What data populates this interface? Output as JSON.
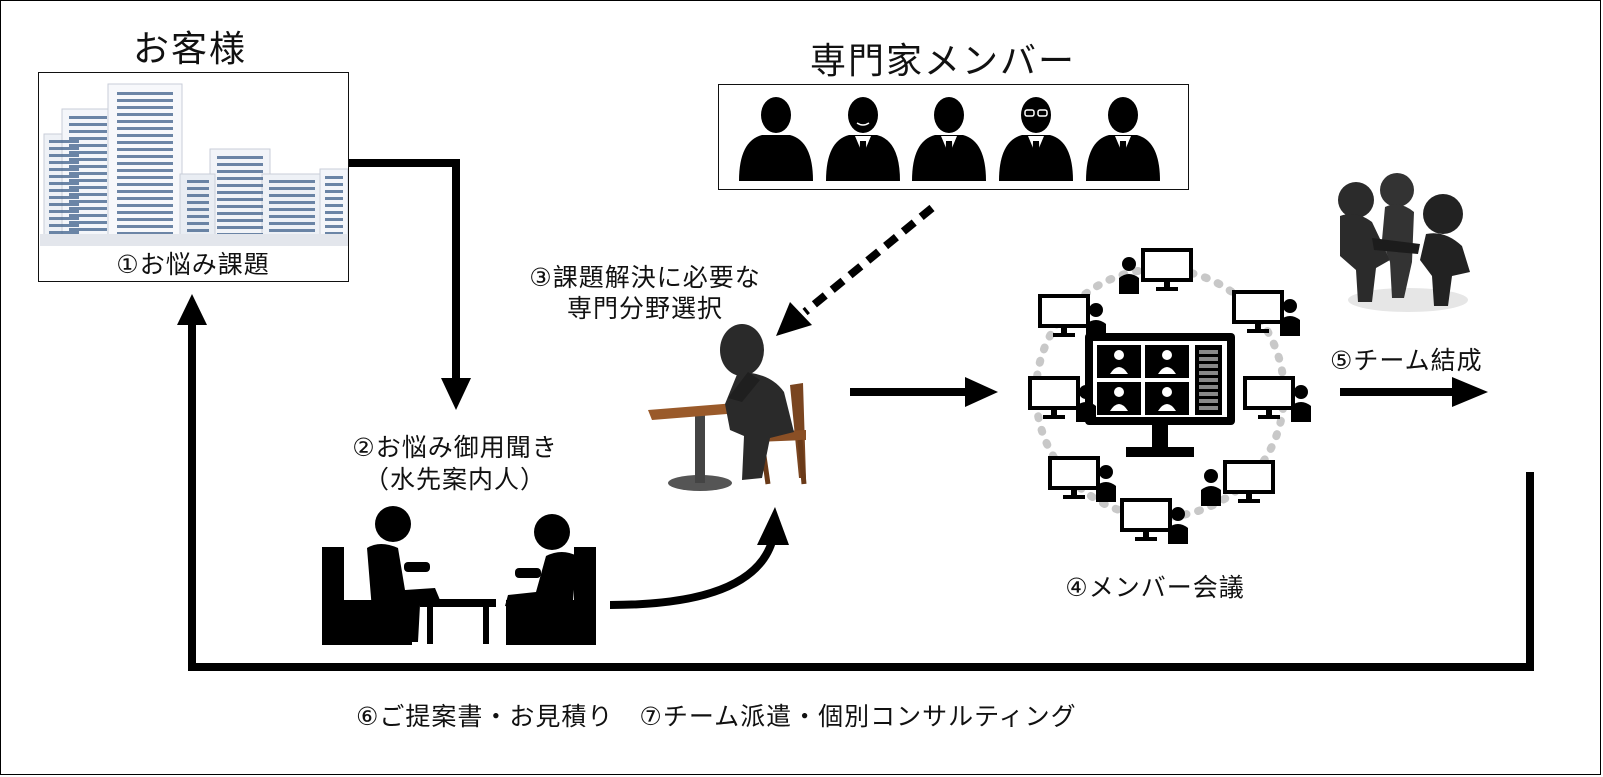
{
  "customer": {
    "title": "お客様",
    "caption": "①お悩み課題"
  },
  "experts": {
    "title": "専門家メンバー"
  },
  "steps": {
    "step2_line1": "②お悩み御用聞き",
    "step2_line2": "（水先案内人）",
    "step3_line1": "③課題解決に必要な",
    "step3_line2": "専門分野選択",
    "step4": "④メンバー会議",
    "step5": "⑤チーム結成"
  },
  "footer": {
    "text": "⑥ご提案書・お見積り　⑦チーム派遣・個別コンサルティング"
  },
  "colors": {
    "ink": "#111111",
    "figure": "#2a2a2a",
    "building": "#f2f4f8",
    "window": "#3e5f8a",
    "dots": "#c8c8c8",
    "table": "#9a5a2a"
  }
}
